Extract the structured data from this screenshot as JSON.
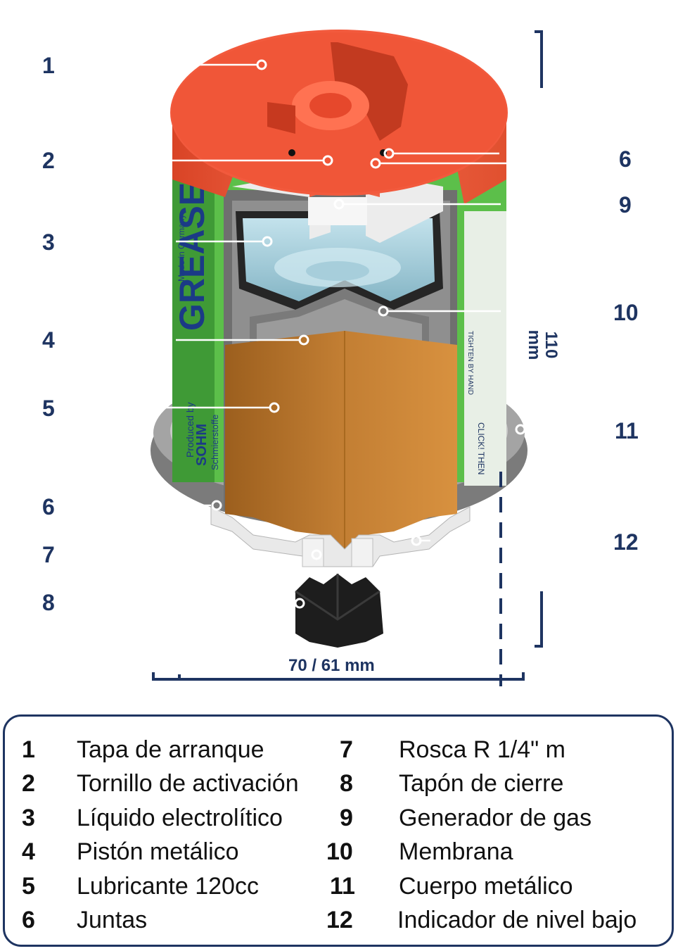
{
  "callouts_left": [
    "1",
    "2",
    "3",
    "4",
    "5",
    "6",
    "7",
    "8"
  ],
  "callouts_right": [
    "6",
    "9",
    "10",
    "11",
    "12"
  ],
  "dimensions": {
    "height": "110\nmm",
    "width": "70 / 61 mm"
  },
  "product_label": {
    "brand": "GREASE",
    "made_in": "Made in Germany",
    "by": "Produced by",
    "maker": "SOHM",
    "sub": "Schmierstoffe",
    "instruction_1": "CLICK! THEN",
    "instruction_2": "TIGHTEN BY HAND"
  },
  "legend": [
    {
      "num": "1",
      "text": "Tapa de arranque"
    },
    {
      "num": "2",
      "text": "Tornillo de activación"
    },
    {
      "num": "3",
      "text": "Líquido electrolítico"
    },
    {
      "num": "4",
      "text": "Pistón metálico"
    },
    {
      "num": "5",
      "text": "Lubricante 120cc"
    },
    {
      "num": "6",
      "text": "Juntas"
    },
    {
      "num": "7",
      "text": "Rosca R 1/4\" m"
    },
    {
      "num": "8",
      "text": "Tapón de cierre"
    },
    {
      "num": "9",
      "text": "Generador de gas"
    },
    {
      "num": "10",
      "text": "Membrana"
    },
    {
      "num": "11",
      "text": "Cuerpo metálico"
    },
    {
      "num": "12",
      "text": "Indicador de nivel bajo"
    }
  ],
  "colors": {
    "navy": "#1e3461",
    "cap": "#ef5a3c",
    "lubricant": "#b8752b",
    "electrolyte": "#a9d2e0",
    "label_green": "#5cbf4a",
    "metal": "#8e8e8e"
  }
}
